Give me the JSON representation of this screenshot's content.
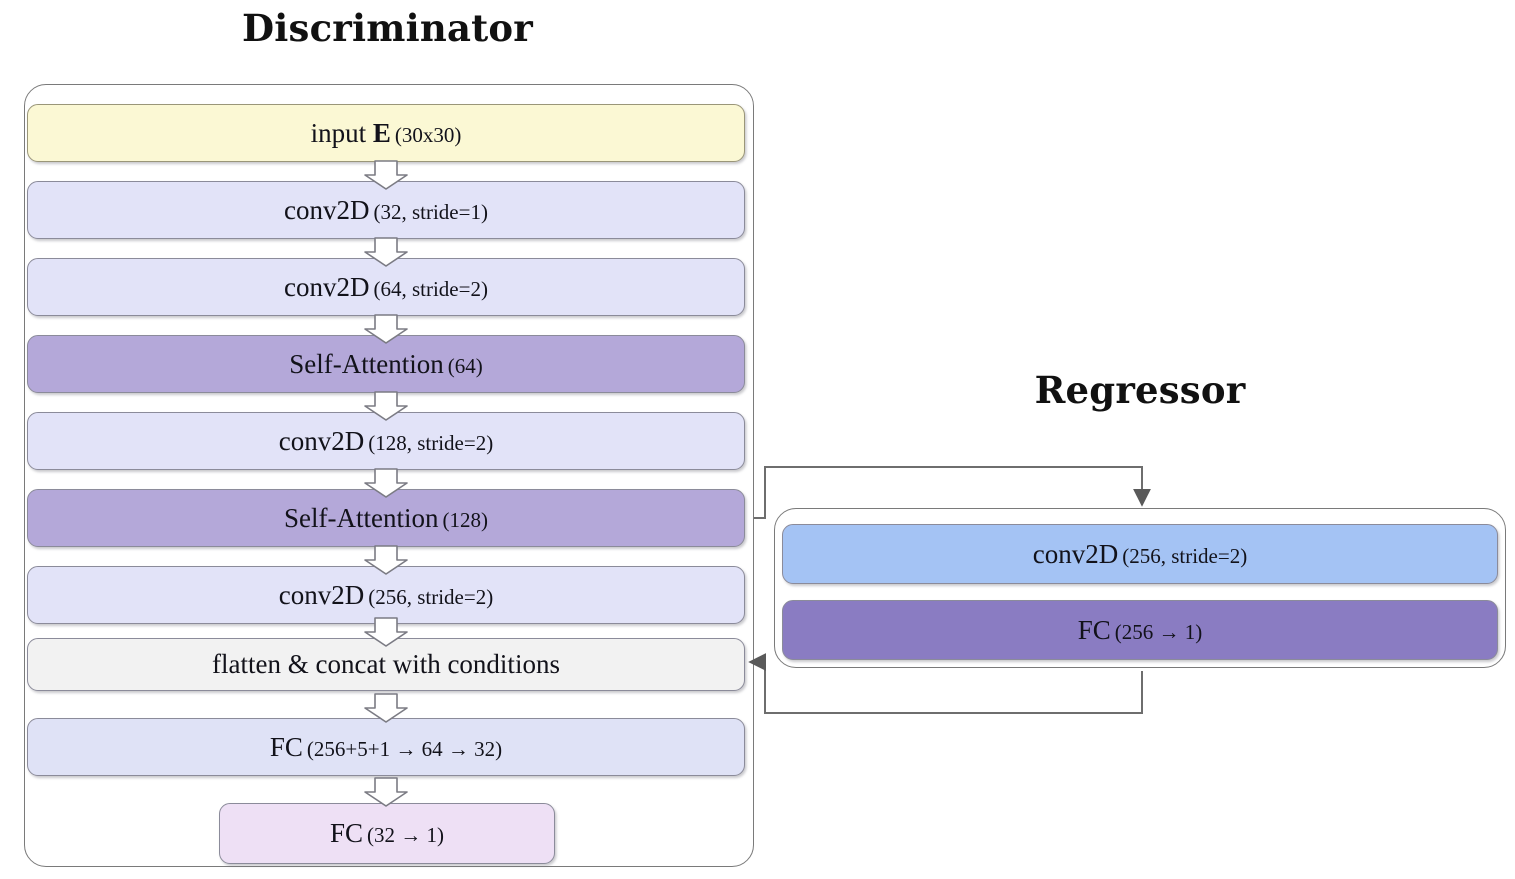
{
  "diagram": {
    "type": "neural-network-architecture",
    "background_color": "#ffffff"
  },
  "discriminator": {
    "title": "Discriminator",
    "layers": [
      {
        "id": "input-e",
        "name": "input",
        "bold_token": "E",
        "params": "(30x30)",
        "fill": "#fbf8d4",
        "border": "#9a9679"
      },
      {
        "id": "conv2d-32",
        "name": "conv2D",
        "bold_token": "",
        "params": "(32, stride=1)",
        "fill": "#e2e3f8",
        "border": "#8b8b9a"
      },
      {
        "id": "conv2d-64",
        "name": "conv2D",
        "bold_token": "",
        "params": "(64, stride=2)",
        "fill": "#e2e3f8",
        "border": "#8b8b9a"
      },
      {
        "id": "self-attention-64",
        "name": "Self-Attention",
        "bold_token": "",
        "params": "(64)",
        "fill": "#b4a8d9",
        "border": "#8b8b9a"
      },
      {
        "id": "conv2d-128",
        "name": "conv2D",
        "bold_token": "",
        "params": "(128, stride=2)",
        "fill": "#e2e3f8",
        "border": "#8b8b9a"
      },
      {
        "id": "self-attention-128",
        "name": "Self-Attention",
        "bold_token": "",
        "params": "(128)",
        "fill": "#b4a8d9",
        "border": "#8b8b9a"
      },
      {
        "id": "conv2d-256",
        "name": "conv2D",
        "bold_token": "",
        "params": "(256, stride=2)",
        "fill": "#e2e3f8",
        "border": "#8b8b9a"
      },
      {
        "id": "flatten-concat",
        "name": "flatten & concat with conditions",
        "bold_token": "",
        "params": "",
        "fill": "#f2f2f2",
        "border": "#8b8b9a"
      },
      {
        "id": "fc-256-64-32",
        "name": "FC",
        "bold_token": "",
        "params": "(256+5+1 → 64 → 32)",
        "fill": "#dfe2f6",
        "border": "#8b8b9a"
      },
      {
        "id": "fc-32-1",
        "name": "FC",
        "bold_token": "",
        "params": "(32 → 1)",
        "fill": "#eee0f5",
        "border": "#8b8b9a"
      }
    ]
  },
  "regressor": {
    "title": "Regressor",
    "layers": [
      {
        "id": "reg-conv2d-256",
        "name": "conv2D",
        "params": "(256, stride=2)",
        "fill": "#a4c3f4",
        "border": "#8b8b9a"
      },
      {
        "id": "reg-fc-256-1",
        "name": "FC",
        "params": "(256 → 1)",
        "fill": "#8a7cc2",
        "border": "#8b8b9a"
      }
    ]
  },
  "connectors": {
    "forward_label": "from Self-Attention (128) to Regressor",
    "return_label": "from Regressor to flatten & concat with conditions",
    "line_color": "#6e6e6e",
    "flow_arrow_color": "#ffffff",
    "flow_arrow_border": "#7b7b84"
  }
}
